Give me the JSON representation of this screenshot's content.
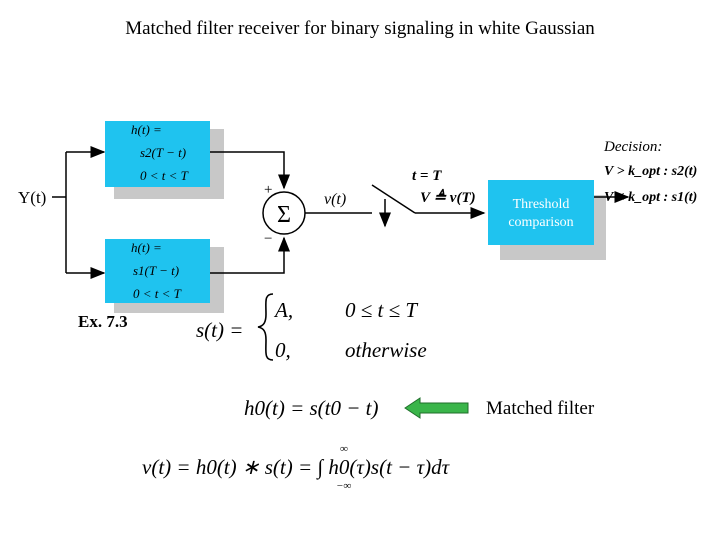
{
  "title": "Matched filter receiver for binary signaling in white Gaussian",
  "diagram": {
    "input_label": "Y(t)",
    "filter_top": {
      "line1": "h(t) =",
      "line2": "s2(T − t)",
      "line3": "0 < t < T"
    },
    "filter_bottom": {
      "line1": "h(t) =",
      "line2": "s1(T − t)",
      "line3": "0 < t < T"
    },
    "sum_symbol": "Σ",
    "plus": "+",
    "minus": "−",
    "sum_output": "v(t)",
    "switch_label": "t = T",
    "sample_label": "V ≜ v(T)",
    "threshold_line1": "Threshold",
    "threshold_line2": "comparison",
    "decision_title": "Decision:",
    "decision_1": "V > k_opt : s2(t)",
    "decision_2": "V < k_opt : s1(t)",
    "colors": {
      "filter_box": "#1fc3ef",
      "threshold_box": "#1fc3ef",
      "shadow": "#c8c8c8",
      "arrow": "#3ab54a"
    }
  },
  "example_label": "Ex. 7.3",
  "signal_def": {
    "lhs": "s(t) =",
    "case1_value": "A,",
    "case1_cond": "0 ≤ t ≤ T",
    "case2_value": "0,",
    "case2_cond": "otherwise"
  },
  "matched_filter_eq": "h0(t) = s(t0 − t)",
  "matched_filter_label": "Matched filter",
  "convolution_eq": "v(t) = h0(t) ∗ s(t) = ∫ h0(τ)s(t − τ)dτ",
  "integral_limits": {
    "upper": "∞",
    "lower": "−∞"
  }
}
